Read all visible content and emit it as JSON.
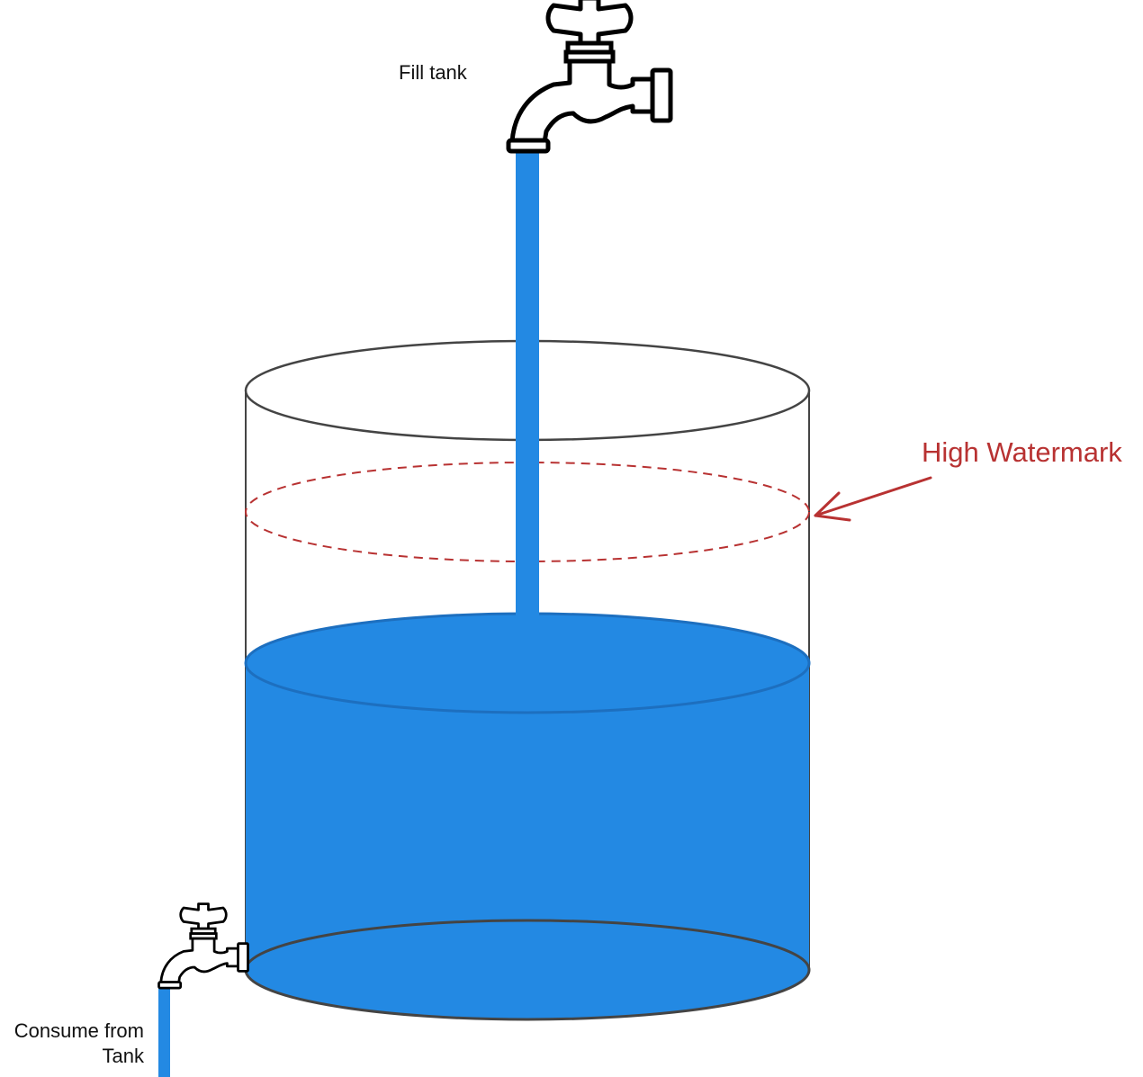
{
  "labels": {
    "fill_tank": "Fill tank",
    "consume_line1": "Consume from",
    "consume_line2": "Tank",
    "high_watermark": "High Watermark"
  },
  "colors": {
    "water": "#2389e3",
    "water_edge": "#1d6fbf",
    "outline": "#444444",
    "watermark": "#b83232",
    "text": "#111111"
  },
  "icons": {
    "top_faucet": "faucet-icon",
    "bottom_faucet": "faucet-icon"
  }
}
